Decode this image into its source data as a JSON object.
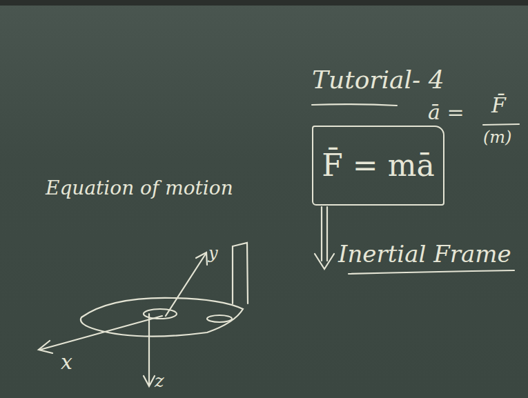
{
  "diagram": {
    "title": "Tutorial- 4",
    "nodes": [
      {
        "text": [
          "F̄ = mā"
        ]
      }
    ],
    "labels": [
      "ā =",
      "F̄",
      "(m)",
      "Inertial Frame",
      "Equation of motion",
      "y",
      "x",
      "z"
    ]
  }
}
